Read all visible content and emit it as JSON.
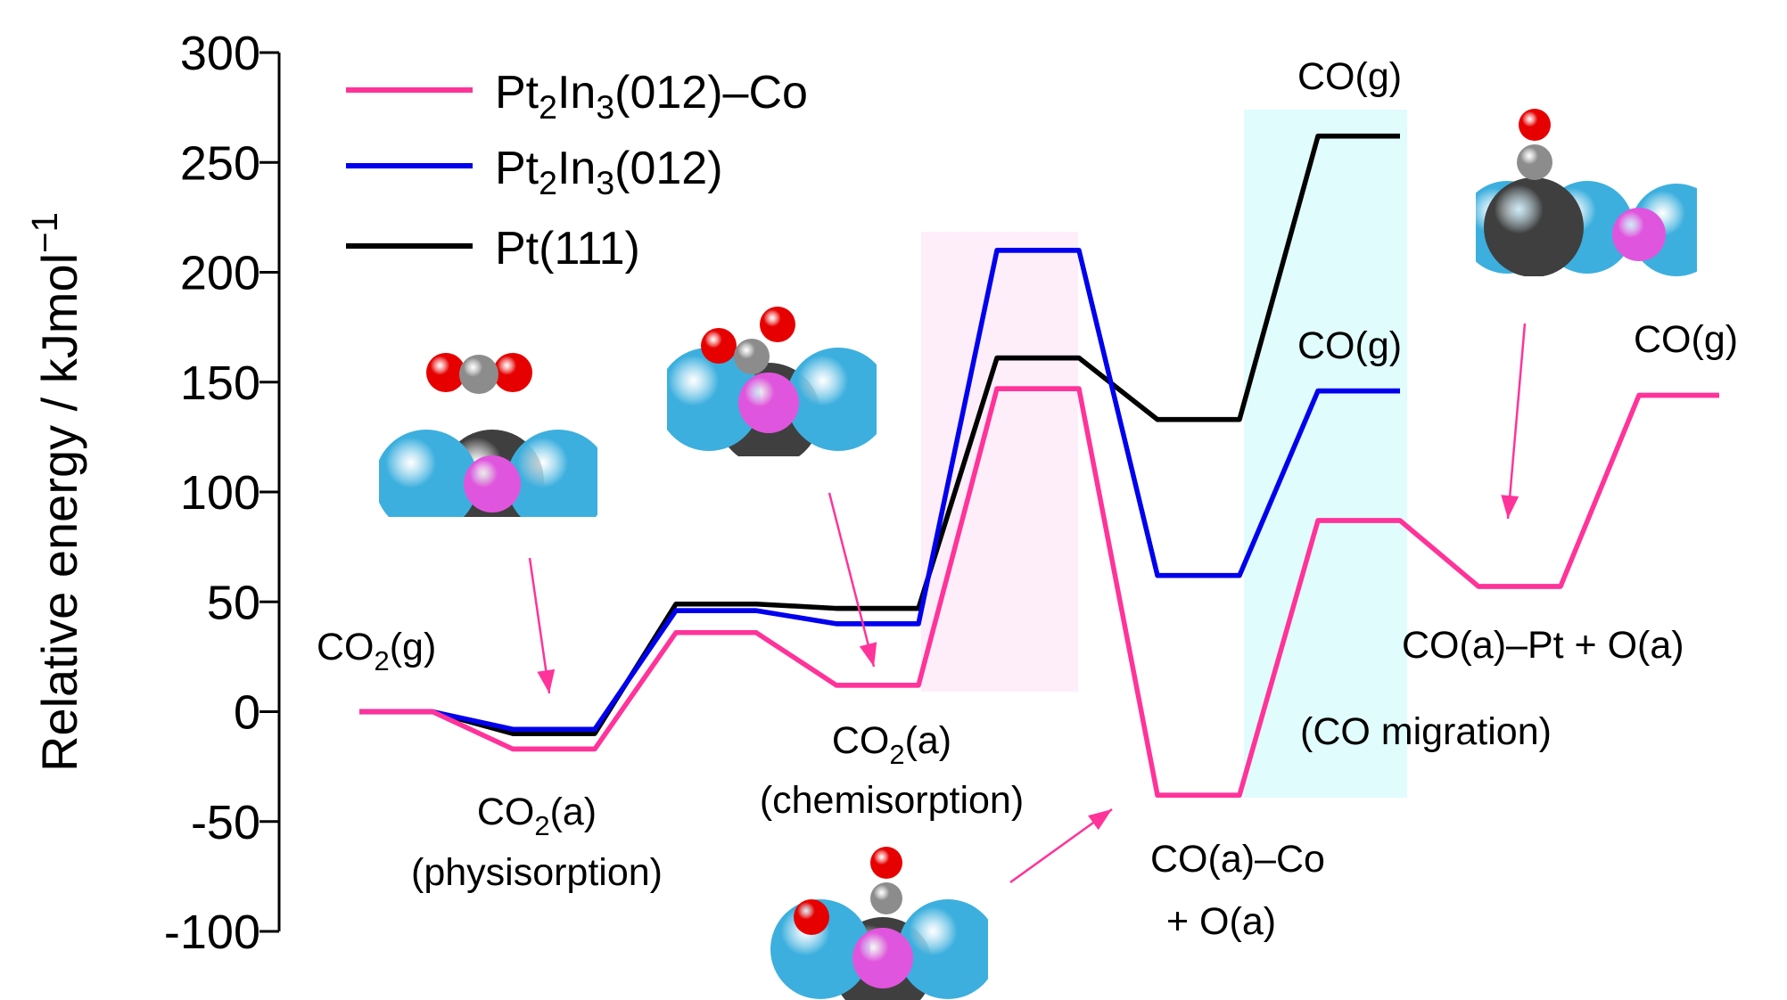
{
  "chart_data": {
    "type": "line",
    "ylabel": "Relative energy / kJmol",
    "ylabel_sup": "−1",
    "ylim": [
      -100,
      300
    ],
    "yticks": [
      300,
      250,
      200,
      150,
      100,
      50,
      0,
      -50,
      -100
    ],
    "ytick_labels": [
      "300",
      "250",
      "200",
      "150",
      "100",
      "50",
      "0",
      "-50",
      "-100"
    ],
    "legend_position": "top-left",
    "series": [
      {
        "key": "pt2in3co",
        "name": "Pt2In3(012)–Co",
        "name_parts": [
          [
            "Pt",
            ""
          ],
          [
            "2",
            "sub"
          ],
          [
            "In",
            ""
          ],
          [
            "3",
            "sub"
          ],
          [
            "(012)–Co",
            ""
          ]
        ],
        "color": "#ff3399",
        "levels": [
          0,
          -17,
          36,
          12,
          147,
          -38,
          87,
          57,
          144
        ]
      },
      {
        "key": "pt2in3",
        "name": "Pt2In3(012)",
        "name_parts": [
          [
            "Pt",
            ""
          ],
          [
            "2",
            "sub"
          ],
          [
            "In",
            ""
          ],
          [
            "3",
            "sub"
          ],
          [
            "(012)",
            ""
          ]
        ],
        "color": "#0000ee",
        "levels": [
          0,
          -8,
          46,
          40,
          210,
          62,
          146
        ]
      },
      {
        "key": "pt111",
        "name": "Pt(111)",
        "name_parts": [
          [
            "Pt(111)",
            ""
          ]
        ],
        "color": "#000000",
        "levels": [
          0,
          -10,
          49,
          47,
          161,
          133,
          262
        ]
      }
    ],
    "annotations": [
      {
        "key": "co2g",
        "parts": [
          [
            "CO",
            ""
          ],
          [
            "2",
            "sub"
          ],
          [
            "(g)",
            ""
          ]
        ]
      },
      {
        "key": "co2a_phys_1",
        "parts": [
          [
            "CO",
            ""
          ],
          [
            "2",
            "sub"
          ],
          [
            "(a)",
            ""
          ]
        ]
      },
      {
        "key": "co2a_phys_2",
        "parts": [
          [
            "(physisorption)",
            ""
          ]
        ]
      },
      {
        "key": "co2a_chem_1",
        "parts": [
          [
            "CO",
            ""
          ],
          [
            "2",
            "sub"
          ],
          [
            "(a)",
            ""
          ]
        ]
      },
      {
        "key": "co2a_chem_2",
        "parts": [
          [
            "(chemisorption)",
            ""
          ]
        ]
      },
      {
        "key": "coaco_1",
        "parts": [
          [
            "CO(a)–Co",
            ""
          ]
        ]
      },
      {
        "key": "coaco_2",
        "parts": [
          [
            "+ O(a)",
            ""
          ]
        ]
      },
      {
        "key": "cog_black",
        "parts": [
          [
            "CO(g)",
            ""
          ]
        ]
      },
      {
        "key": "cog_blue",
        "parts": [
          [
            "CO(g)",
            ""
          ]
        ]
      },
      {
        "key": "cog_pink",
        "parts": [
          [
            "CO(g)",
            ""
          ]
        ]
      },
      {
        "key": "coapt",
        "parts": [
          [
            "CO(a)–Pt + O(a)",
            ""
          ]
        ]
      },
      {
        "key": "comig",
        "parts": [
          [
            "(CO migration)",
            ""
          ]
        ]
      }
    ],
    "highlight_colors": {
      "pink_band": "#fdeefa",
      "cyan_band": "#e0fcfc"
    },
    "atom_colors": {
      "pt": "#3cafde",
      "in": "#e055dd",
      "co_metal": "#3f3f3f",
      "carbon": "#8c8c8c",
      "oxygen": "#e60000"
    }
  }
}
